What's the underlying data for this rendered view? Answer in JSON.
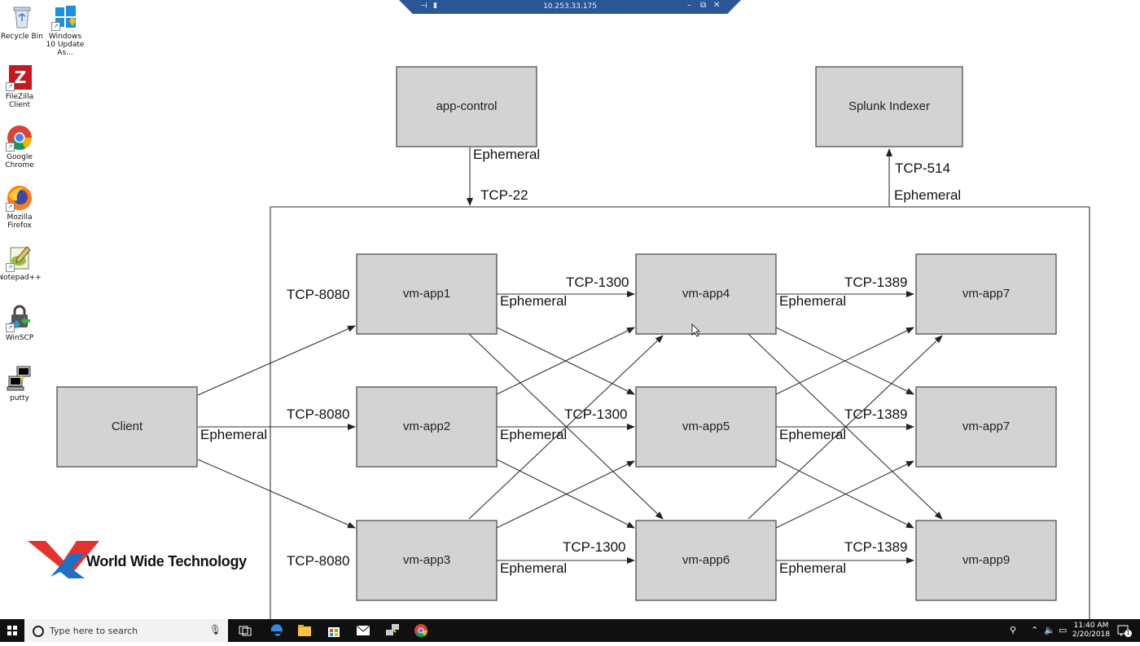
{
  "remote_session": {
    "host": "10.253.33.175",
    "minimize": "–",
    "restore": "⧉",
    "close": "✕"
  },
  "desktop_icons": [
    {
      "label": "Recycle Bin",
      "icon": "recycle-bin-icon"
    },
    {
      "label": "Windows 10 Update As...",
      "icon": "windows-update-icon"
    },
    {
      "label": "FileZilla Client",
      "icon": "filezilla-icon"
    },
    {
      "label": "Google Chrome",
      "icon": "chrome-icon"
    },
    {
      "label": "Mozilla Firefox",
      "icon": "firefox-icon"
    },
    {
      "label": "Notepad++",
      "icon": "notepad-plus-plus-icon"
    },
    {
      "label": "WinSCP",
      "icon": "winscp-icon"
    },
    {
      "label": "putty",
      "icon": "putty-icon"
    }
  ],
  "diagram": {
    "nodes": {
      "app_control": "app-control",
      "splunk": "Splunk Indexer",
      "client": "Client",
      "vm1": "vm-app1",
      "vm2": "vm-app2",
      "vm3": "vm-app3",
      "vm4": "vm-app4",
      "vm5": "vm-app5",
      "vm6": "vm-app6",
      "vm7a": "vm-app7",
      "vm7b": "vm-app7",
      "vm9": "vm-app9"
    },
    "labels": {
      "ephemeral": "Ephemeral",
      "tcp22": "TCP-22",
      "tcp514": "TCP-514",
      "tcp8080": "TCP-8080",
      "tcp1300": "TCP-1300",
      "tcp1389": "TCP-1389"
    }
  },
  "logo": {
    "text": "World Wide Technology",
    "colors": {
      "red": "#e5322d",
      "blue": "#1f6fc5"
    }
  },
  "taskbar": {
    "search_placeholder": "Type here to search",
    "apps": [
      "task-view-icon",
      "edge-icon",
      "file-explorer-icon",
      "store-icon",
      "mail-icon",
      "network-app-icon",
      "chrome-icon"
    ],
    "time": "11:40 AM",
    "date": "2/20/2018",
    "notification_count": "1"
  },
  "colors": {
    "node_fill": "#d3d3d3",
    "taskbar_bg": "#101010",
    "rdp_bar": "#2b5797"
  }
}
